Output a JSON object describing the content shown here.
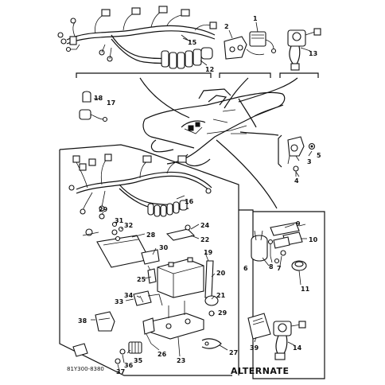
{
  "callouts": {
    "c1": "1",
    "c2": "2",
    "c3": "3",
    "c4": "4",
    "c5": "5",
    "c6": "6",
    "c7": "7",
    "c8": "8",
    "c9": "9",
    "c10": "10",
    "c11": "11",
    "c12": "12",
    "c13": "13",
    "c14": "14",
    "c15": "15",
    "c16": "16",
    "c17": "17",
    "c18": "18",
    "c19": "19",
    "c20": "20",
    "c21": "21",
    "c22": "22",
    "c23": "23",
    "c24": "24",
    "c25": "25",
    "c26": "26",
    "c27": "27",
    "c28": "28",
    "c29a": "29",
    "c29b": "29",
    "c30": "30",
    "c31": "31",
    "c32": "32",
    "c33": "33",
    "c34": "34",
    "c35": "35",
    "c36": "36",
    "c37": "37",
    "c38": "38",
    "c39": "39"
  },
  "alternate_label": "ALTERNATE",
  "figure_code": "81Y300-8380"
}
